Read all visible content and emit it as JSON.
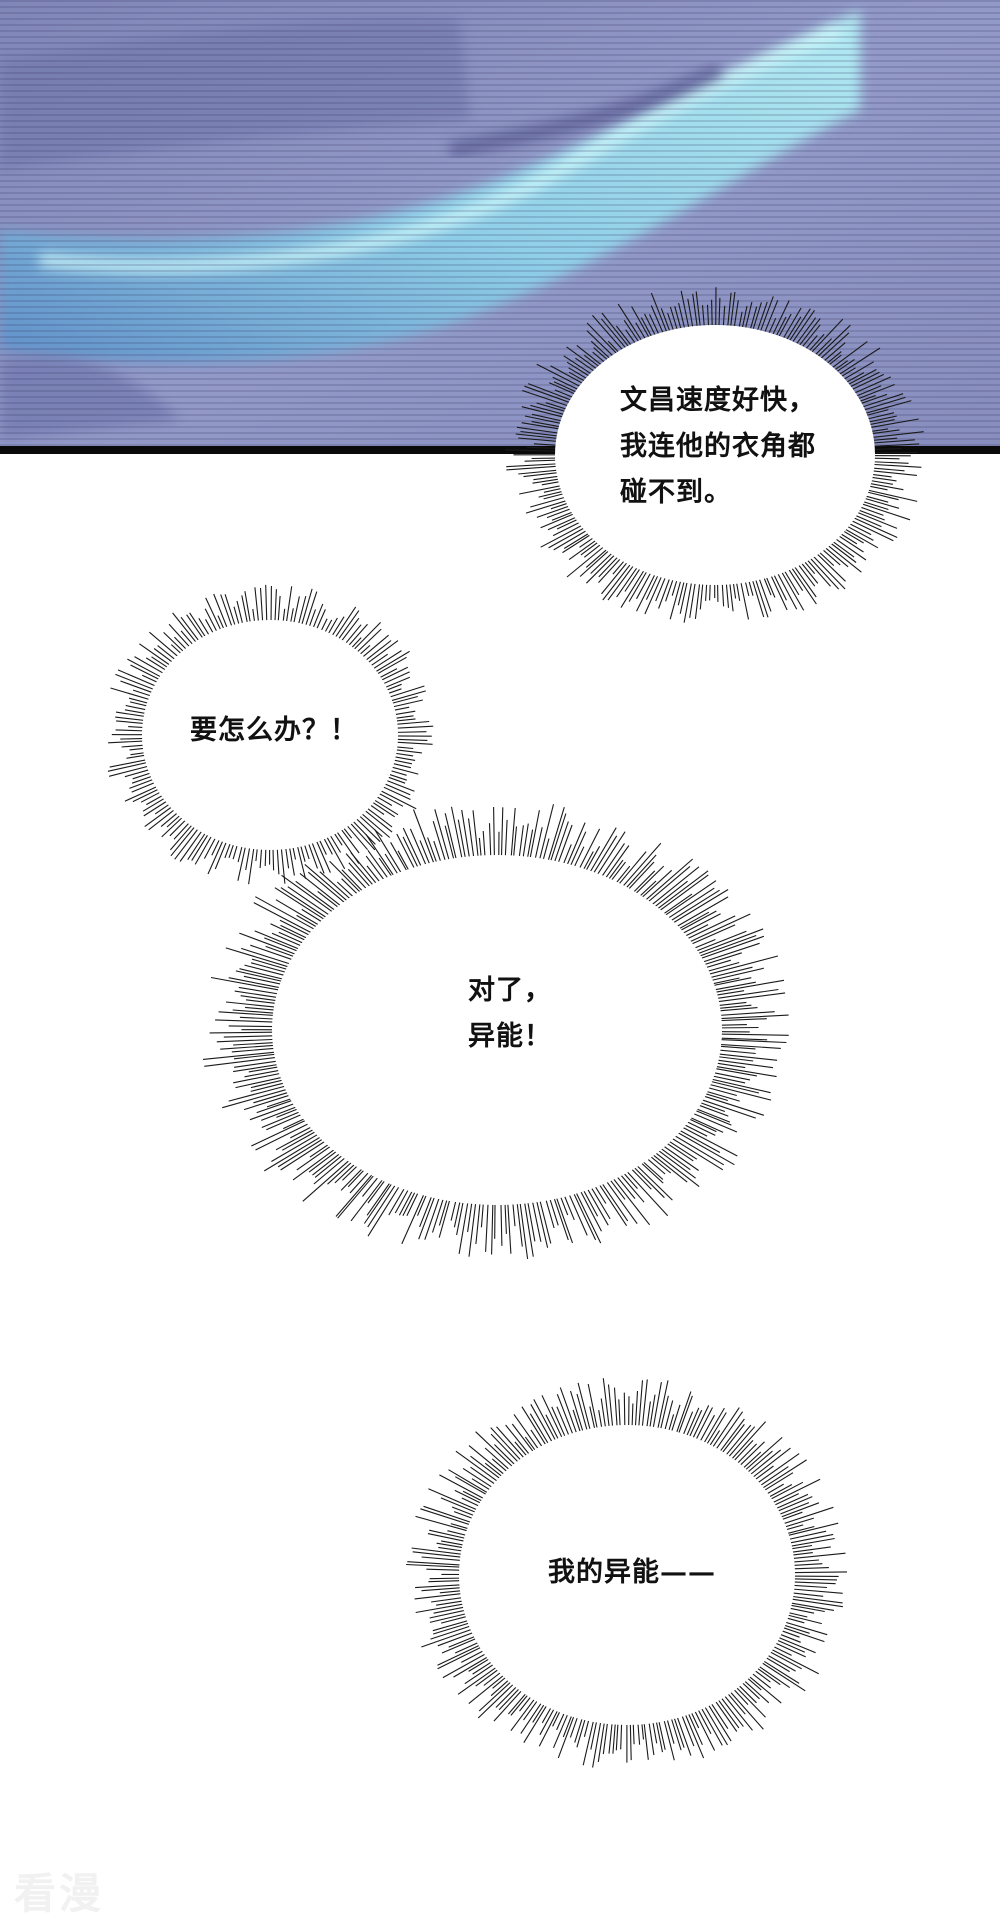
{
  "bubbles": [
    {
      "text": "文昌速度好快，\n我连他的衣角都\n碰不到。"
    },
    {
      "text": "要怎么办？！"
    },
    {
      "text": "对了，\n异能！"
    },
    {
      "text": "我的异能——"
    }
  ],
  "watermark": "看漫",
  "colors": {
    "scene_background": "#8d93c2",
    "streak_light": "#9fe6f0",
    "streak_mid": "#6fbadf",
    "panel_border": "#0a0a0a",
    "bubble_fill": "#ffffff",
    "bubble_rays": "#1a1a1a"
  }
}
